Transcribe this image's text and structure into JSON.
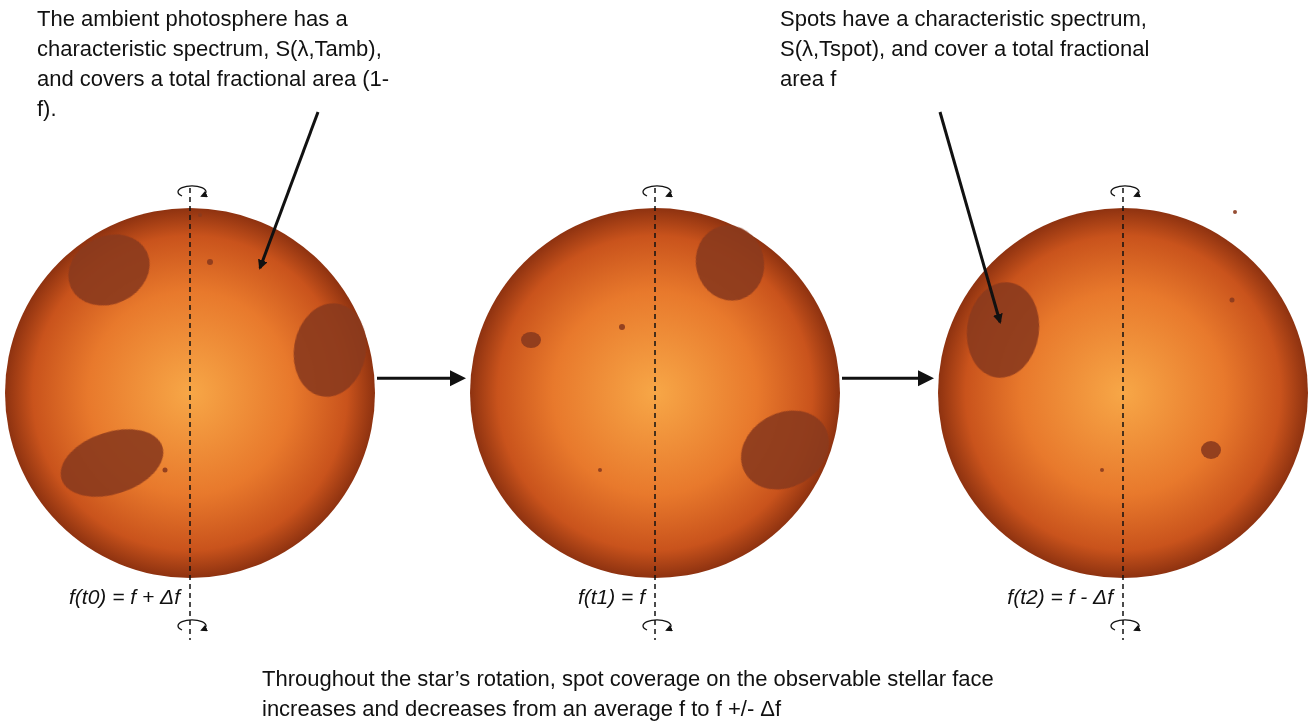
{
  "diagram": {
    "caption": "Throughout the star’s rotation, spot coverage on the observable stellar face increases and decreases from an average f to f +/- Δf",
    "nodes": [
      {
        "text": [
          "f(t0) = f + Δf"
        ]
      },
      {
        "text": [
          "f(t1) = f"
        ]
      },
      {
        "text": [
          "f(t2) = f - Δf"
        ]
      }
    ],
    "edges": [
      {
        "from": 0,
        "to": 1,
        "arrow": "to"
      },
      {
        "from": 1,
        "to": 2,
        "arrow": "to"
      }
    ],
    "labels": [
      "The ambient photosphere has a characteristic spectrum, S(λ,Tamb), and covers a total fractional area (1-f).",
      "Spots have a characteristic spectrum, S(λ,Tspot), and cover a total fractional area f"
    ]
  }
}
